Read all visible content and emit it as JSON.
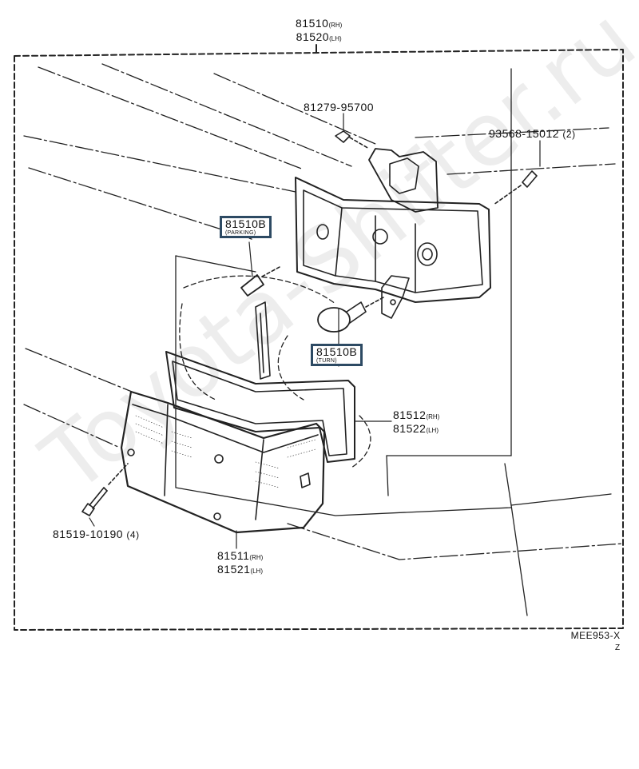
{
  "assembly": {
    "rh": "81510",
    "rh_suffix": "(RH)",
    "lh": "81520",
    "lh_suffix": "(LH)"
  },
  "screw_top": {
    "part": "81279-95700"
  },
  "screw_right": {
    "part": "93568-15012",
    "qty": "(2)"
  },
  "bulb_parking": {
    "part": "81510B",
    "note": "(PARKING)"
  },
  "bulb_turn": {
    "part": "81510B",
    "note": "(TURN)"
  },
  "gasket": {
    "rh": "81512",
    "rh_suffix": "(RH)",
    "lh": "81522",
    "lh_suffix": "(LH)"
  },
  "lens": {
    "rh": "81511",
    "rh_suffix": "(RH)",
    "lh": "81521",
    "lh_suffix": "(LH)"
  },
  "screw_lens": {
    "part": "81519-10190",
    "qty": "(4)"
  },
  "figure_code": {
    "code": "MEE953-X",
    "sub": "Z"
  },
  "watermark": "Toyota-Shifter.ru",
  "colors": {
    "line": "#222222",
    "label_box": "#2d4a63"
  }
}
